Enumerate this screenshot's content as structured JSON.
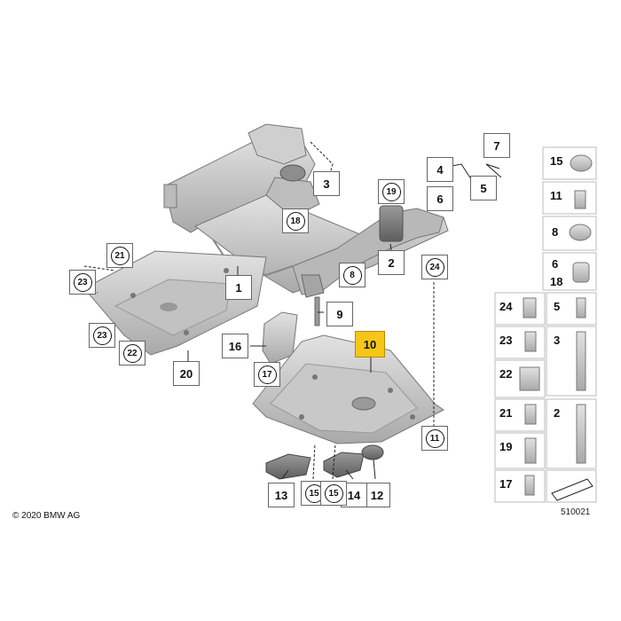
{
  "copyright": "© 2020 BMW AG",
  "diagram_number": "510021",
  "callouts": {
    "c1": "1",
    "c2": "2",
    "c3": "3",
    "c4": "4",
    "c5": "5",
    "c6": "6",
    "c7": "7",
    "c8": "8",
    "c9": "9",
    "c10": "10",
    "c11": "11",
    "c12": "12",
    "c13": "13",
    "c14": "14",
    "c15a": "15",
    "c15b": "15",
    "c16": "16",
    "c17": "17",
    "c18": "18",
    "c19": "19",
    "c20": "20",
    "c21": "21",
    "c22": "22",
    "c23a": "23",
    "c23b": "23",
    "c24": "24"
  },
  "parts_grid": {
    "p15": "15",
    "p11": "11",
    "p8": "8",
    "p6": "6",
    "p18": "18",
    "p24": "24",
    "p5": "5",
    "p23": "23",
    "p3": "3",
    "p22": "22",
    "p21": "21",
    "p2": "2",
    "p19": "19",
    "p17": "17"
  },
  "colors": {
    "highlight": "#f5c518",
    "part_fill": "#c9c9c9",
    "part_shade": "#9e9e9e"
  }
}
